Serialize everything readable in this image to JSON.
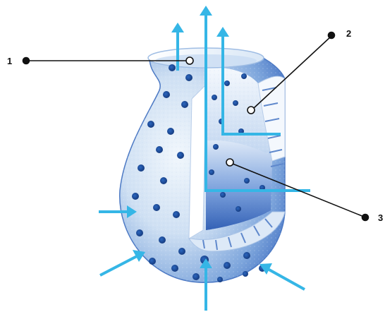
{
  "diagram": {
    "callouts": [
      {
        "id": "1",
        "label": "1"
      },
      {
        "id": "2",
        "label": "2"
      },
      {
        "id": "3",
        "label": "3"
      }
    ],
    "colors": {
      "flow_arrow": "#35b6e6",
      "body_light": "#e9f3fb",
      "body_mid": "#a8c8ea",
      "body_dark": "#3f6fc4",
      "hole": "#1e4f9c",
      "callout": "#111111"
    }
  }
}
